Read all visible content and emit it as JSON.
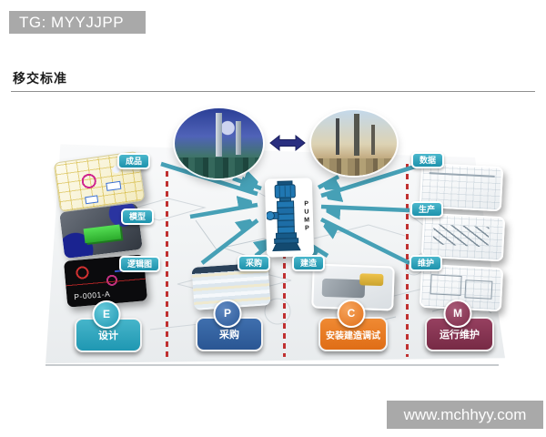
{
  "header": {
    "tag": "TG: MYYJJPP",
    "title": "移交标准"
  },
  "footer": {
    "site": "www.mchhyy.com"
  },
  "diagram": {
    "labels": {
      "left": [
        {
          "text": "成品"
        },
        {
          "text": "模型"
        },
        {
          "text": "逻辑图"
        }
      ],
      "middle": [
        {
          "text": "采购"
        },
        {
          "text": "建造"
        }
      ],
      "right": [
        {
          "text": "数据"
        },
        {
          "text": "生产"
        },
        {
          "text": "维护"
        }
      ]
    },
    "logic_card": {
      "code": "P-0001-A"
    },
    "pump": {
      "chars": [
        "P",
        "U",
        "M",
        "P"
      ]
    },
    "phases": [
      {
        "letter": "E",
        "name": "设计",
        "color": "#2aa6bf"
      },
      {
        "letter": "P",
        "name": "采购",
        "color": "#2f5f9f"
      },
      {
        "letter": "C",
        "name": "安装建造调试",
        "color": "#ee7d23"
      },
      {
        "letter": "M",
        "name": "运行维护",
        "color": "#8e3454"
      }
    ],
    "icons": {
      "double_arrow": "left-right-exchange-arrow",
      "flow_arrows": "converging-teal-arrows",
      "pump": "vertical-multistage-pump"
    },
    "colors": {
      "label_box": "#2fa7be",
      "arrow": "#46a0b6",
      "divider_dash": "#c03030",
      "double_arrow": "#2a2f80",
      "header_box": "#a9a9a9"
    }
  }
}
